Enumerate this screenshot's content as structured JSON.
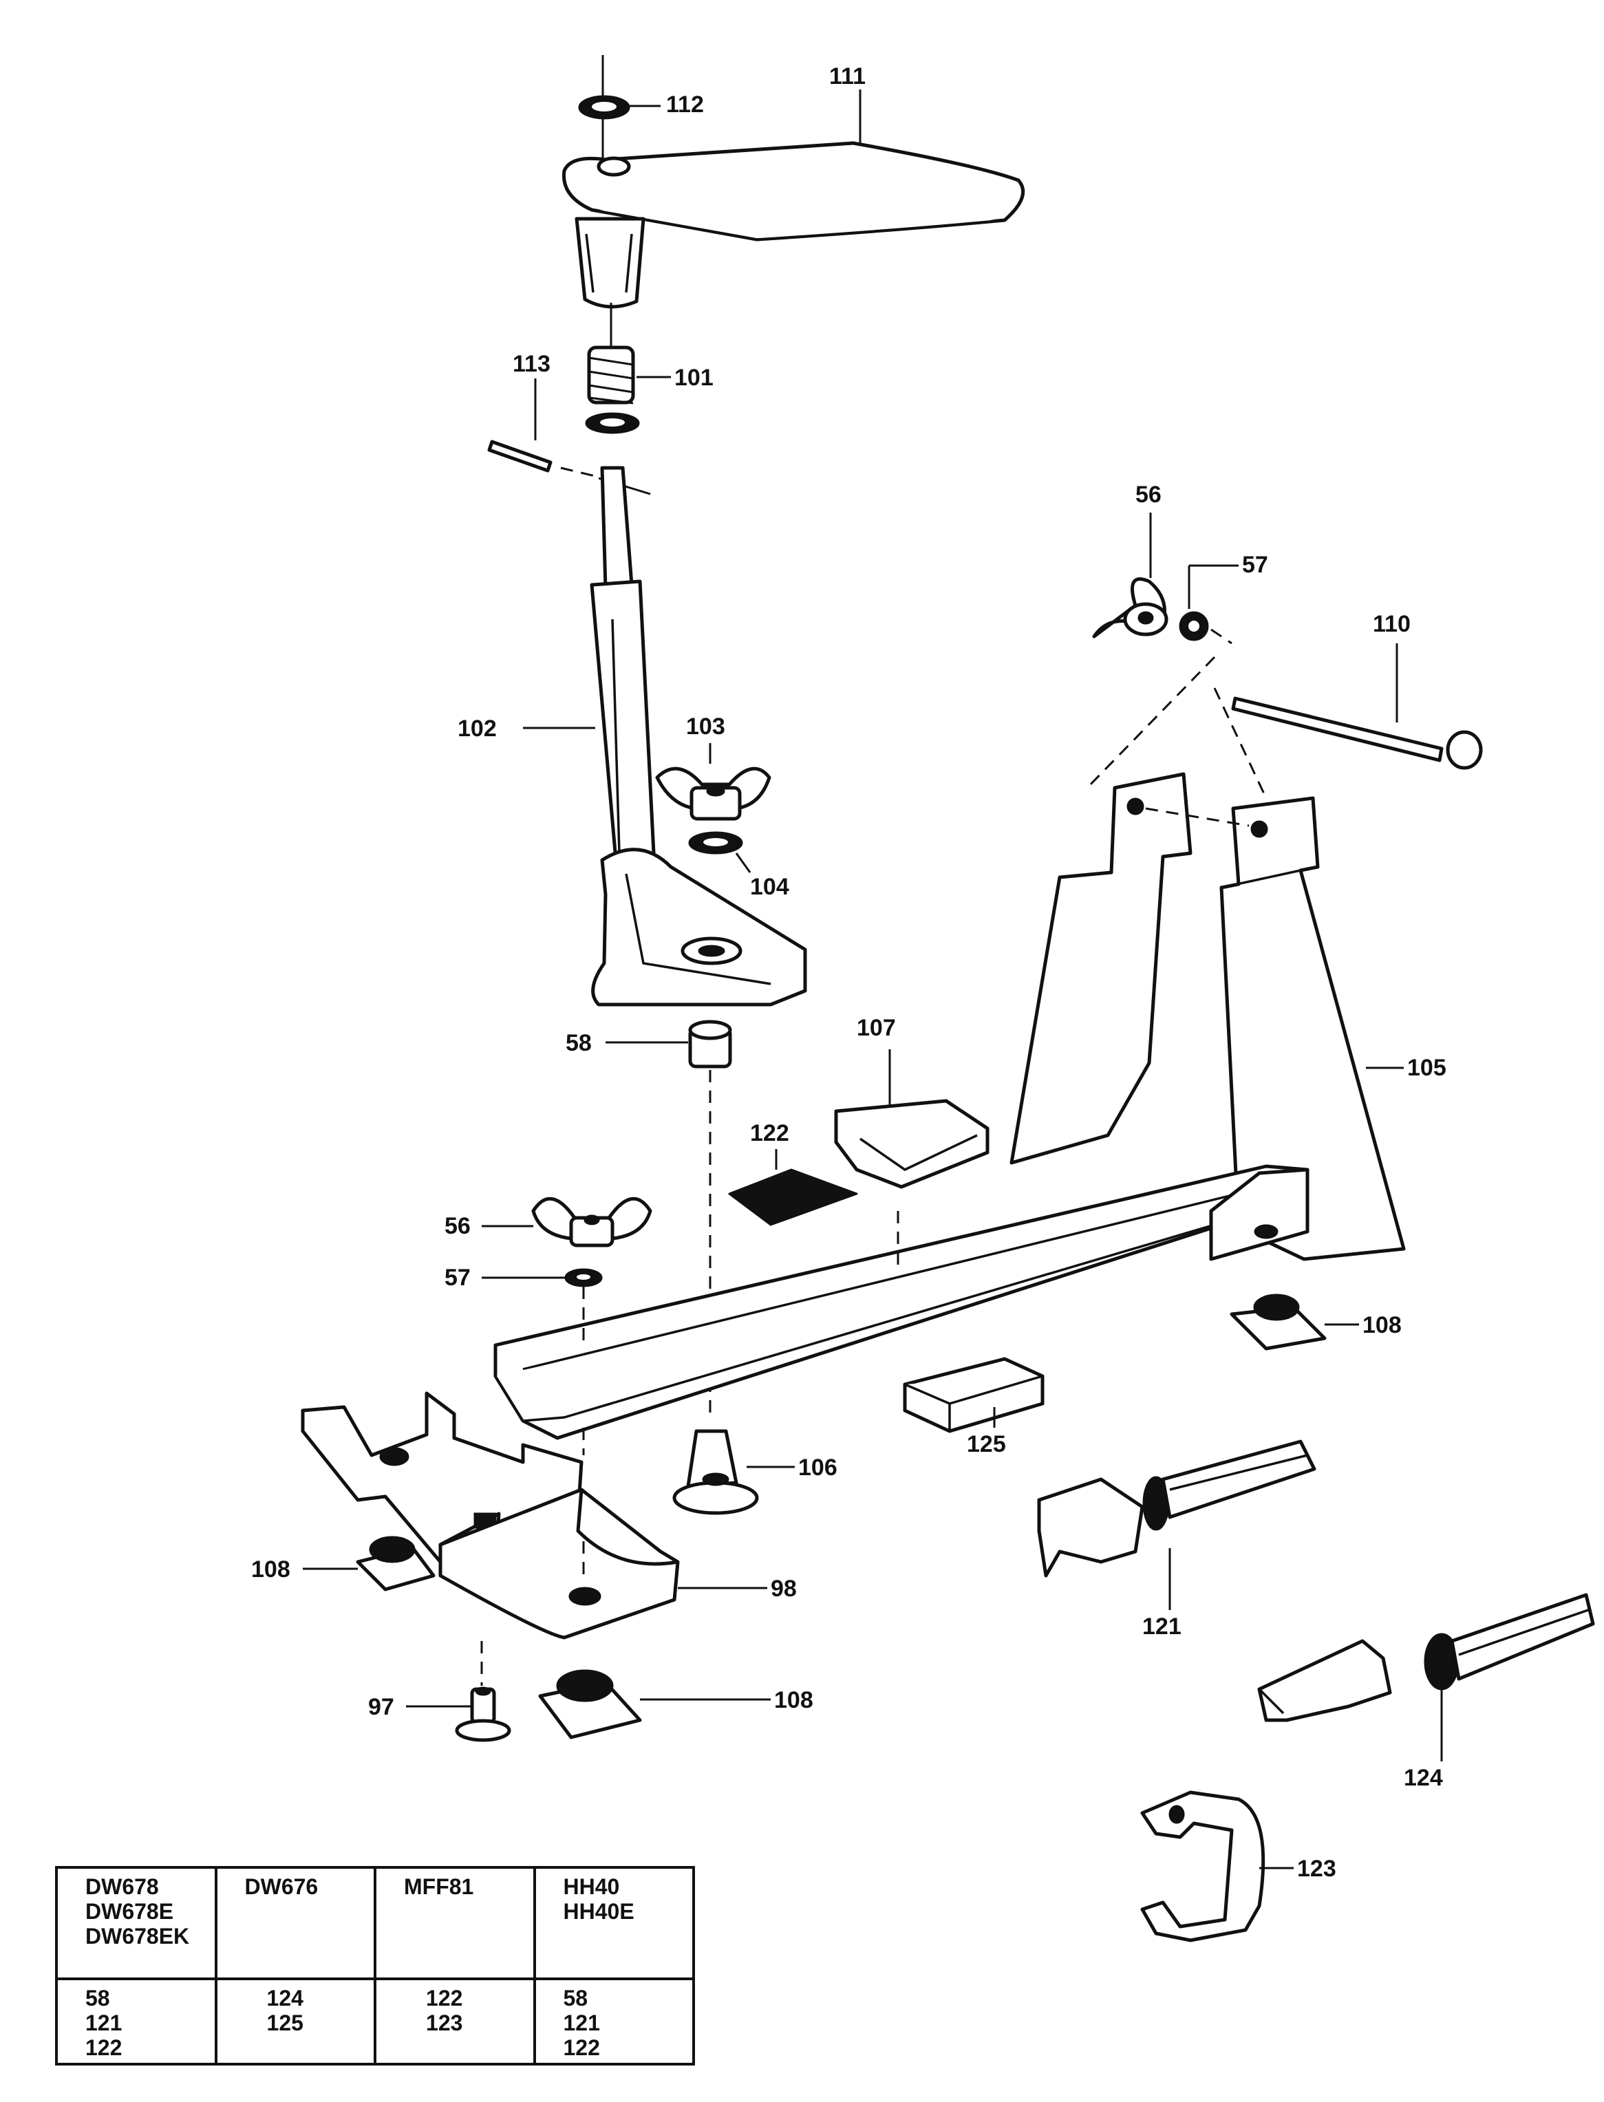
{
  "callouts": {
    "c111": "111",
    "c112": "112",
    "c101": "101",
    "c113": "113",
    "c102": "102",
    "c103": "103",
    "c104": "104",
    "c58": "58",
    "c56a": "56",
    "c57a": "57",
    "c110": "110",
    "c107": "107",
    "c105": "105",
    "c122": "122",
    "c56b": "56",
    "c57b": "57",
    "c108a": "108",
    "c125": "125",
    "c106": "106",
    "c121": "121",
    "c108b": "108",
    "c98": "98",
    "c97": "97",
    "c108c": "108",
    "c124": "124",
    "c123": "123"
  },
  "table": {
    "headers": [
      [
        "DW678",
        "DW678E",
        "DW678EK"
      ],
      [
        "DW676"
      ],
      [
        "MFF81"
      ],
      [
        "HH40",
        "HH40E"
      ]
    ],
    "parts": [
      [
        "58",
        "121",
        "122"
      ],
      [
        "124",
        "125"
      ],
      [
        "122",
        "123"
      ],
      [
        "58",
        "121",
        "122"
      ]
    ]
  }
}
